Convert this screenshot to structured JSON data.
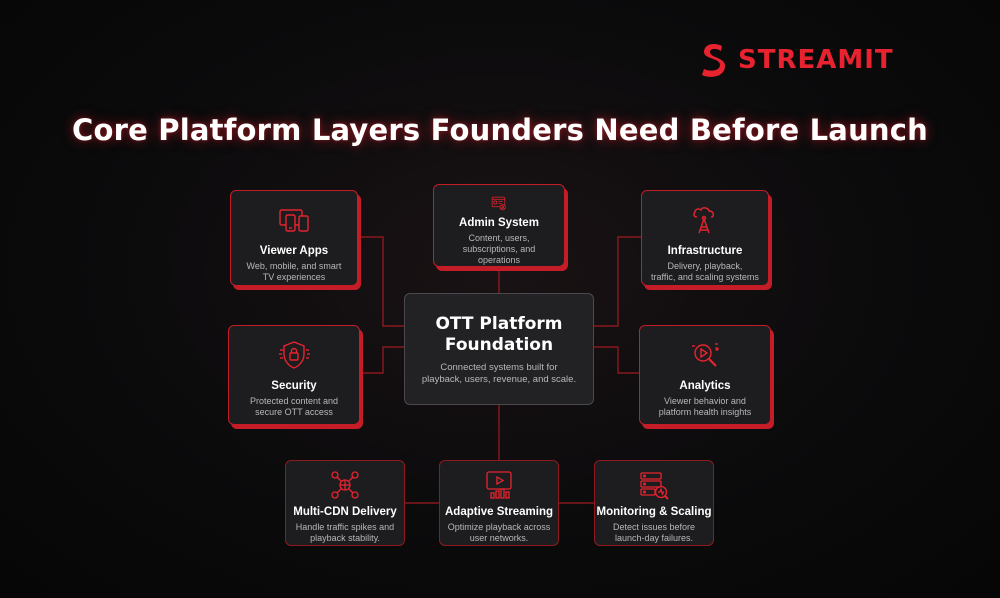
{
  "brand": {
    "name": "STREAMIT",
    "accent_color": "#e8232f"
  },
  "headline": "Core Platform Layers Founders Need Before Launch",
  "center": {
    "title_line1": "OTT Platform",
    "title_line2": "Foundation",
    "desc_line1": "Connected systems built for",
    "desc_line2": "playback, users, revenue, and scale."
  },
  "cards": {
    "viewer_apps": {
      "icon": "devices-icon",
      "title": "Viewer Apps",
      "desc_line1": "Web, mobile, and smart",
      "desc_line2": "TV experiences"
    },
    "admin_system": {
      "icon": "admin-dashboard-icon",
      "title": "Admin System",
      "desc_line1": "Content, users,",
      "desc_line2": "subscriptions, and operations"
    },
    "infrastructure": {
      "icon": "cloud-tower-icon",
      "title": "Infrastructure",
      "desc_line1": "Delivery, playback,",
      "desc_line2": "traffic, and scaling systems"
    },
    "security": {
      "icon": "shield-lock-icon",
      "title": "Security",
      "desc_line1": "Protected content and",
      "desc_line2": "secure OTT access"
    },
    "analytics": {
      "icon": "analytics-magnifier-icon",
      "title": "Analytics",
      "desc_line1": "Viewer behavior and",
      "desc_line2": "platform health insights"
    },
    "multi_cdn": {
      "icon": "network-globe-icon",
      "title": "Multi-CDN Delivery",
      "desc_line1": "Handle traffic spikes and",
      "desc_line2": "playback stability."
    },
    "adaptive_streaming": {
      "icon": "video-bars-icon",
      "title": "Adaptive Streaming",
      "desc_line1": "Optimize playback across",
      "desc_line2": "user networks."
    },
    "monitoring": {
      "icon": "server-monitor-icon",
      "title": "Monitoring & Scaling",
      "desc_line1": "Detect issues before",
      "desc_line2": "launch-day failures."
    }
  }
}
